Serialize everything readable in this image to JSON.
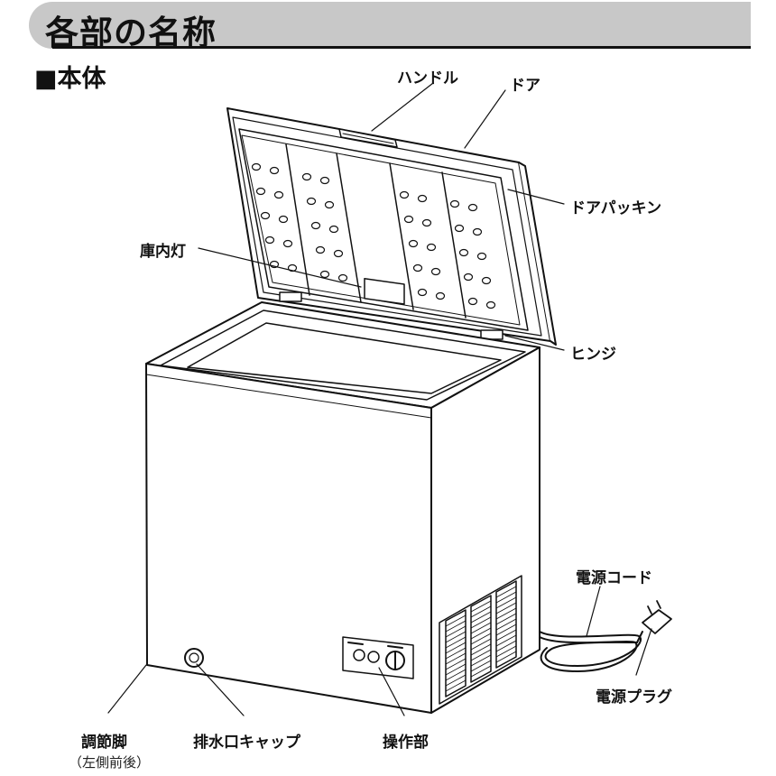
{
  "header": {
    "title": "各部の名称"
  },
  "section": {
    "label": "■本体"
  },
  "labels": {
    "handle": "ハンドル",
    "door": "ドア",
    "door_packing": "ドアパッキン",
    "interior_light": "庫内灯",
    "hinge": "ヒンジ",
    "power_cord": "電源コード",
    "power_plug": "電源プラグ",
    "adjust_leg": "調節脚",
    "adjust_leg_note": "（左側前後）",
    "drain_cap": "排水口キャップ",
    "control_panel": "操作部"
  }
}
